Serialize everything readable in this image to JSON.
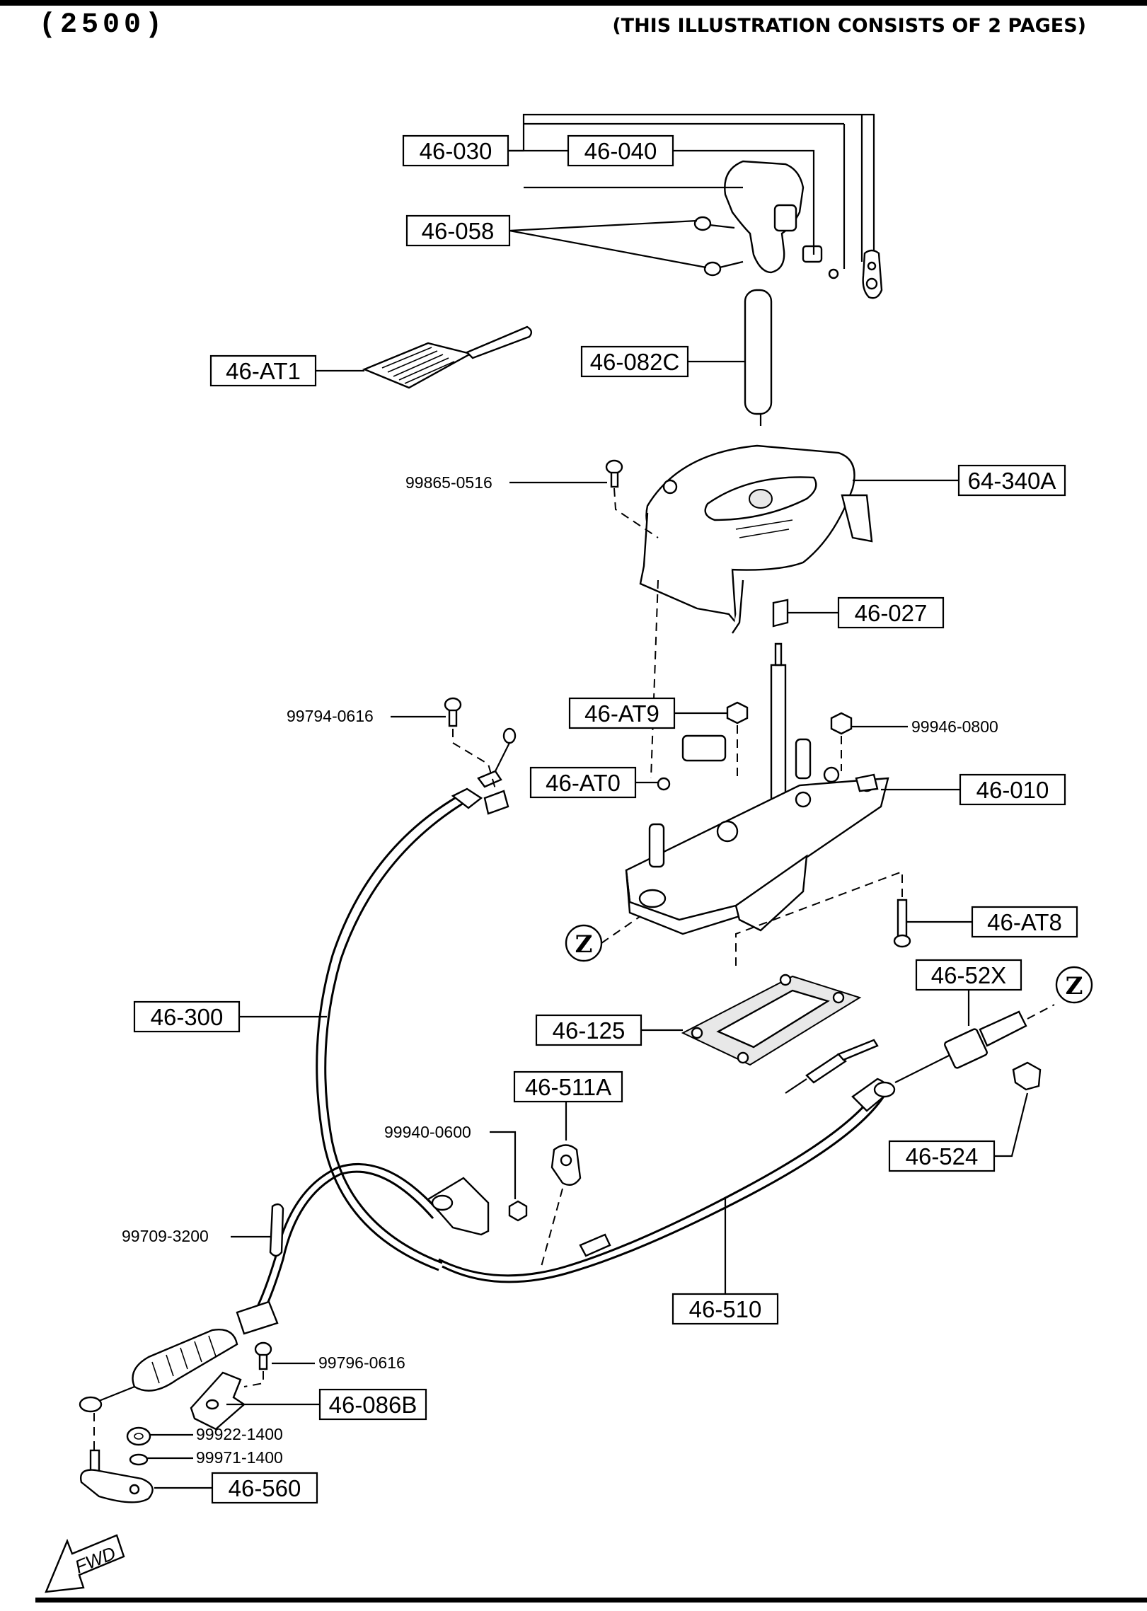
{
  "header": {
    "code": "(2500)",
    "note": "(THIS ILLUSTRATION CONSISTS OF  2 PAGES)"
  },
  "callouts": {
    "p46_030": "46-030",
    "p46_040": "46-040",
    "p46_058": "46-058",
    "p46_AT1": "46-AT1",
    "p46_082C": "46-082C",
    "p99865_0516": "99865-0516",
    "p64_340A": "64-340A",
    "p46_027": "46-027",
    "p99794_0616": "99794-0616",
    "p46_AT9": "46-AT9",
    "p99946_0800": "99946-0800",
    "p46_AT0": "46-AT0",
    "p46_010": "46-010",
    "p46_AT8": "46-AT8",
    "p46_52X": "46-52X",
    "p46_300": "46-300",
    "p46_125": "46-125",
    "p46_511A": "46-511A",
    "p99940_0600": "99940-0600",
    "p46_524": "46-524",
    "p99709_3200": "99709-3200",
    "p46_510": "46-510",
    "p99796_0616": "99796-0616",
    "p46_086B": "46-086B",
    "p99922_1400": "99922-1400",
    "p99971_1400": "99971-1400",
    "p46_560": "46-560"
  },
  "markers": {
    "ref_z": "Z"
  },
  "fwd_arrow": "FWD"
}
